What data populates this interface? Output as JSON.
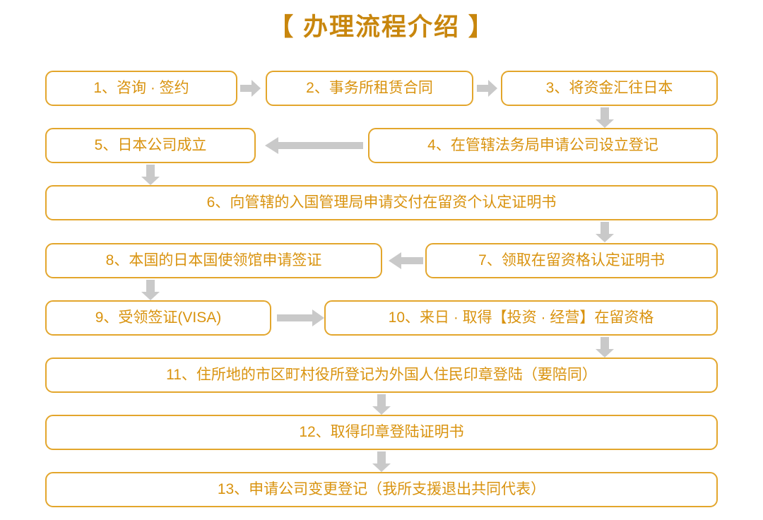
{
  "page": {
    "title": "【 办理流程介绍 】",
    "accent_color": "#d9930f",
    "border_color": "#e3a62c",
    "arrow_color": "#c9c9c9",
    "background_color": "#ffffff"
  },
  "chart_data": {
    "type": "diagram",
    "title": "【 办理流程介绍 】",
    "nodes": [
      {
        "id": 1,
        "label": "1、咨询 · 签约"
      },
      {
        "id": 2,
        "label": "2、事务所租赁合同"
      },
      {
        "id": 3,
        "label": "3、将资金汇往日本"
      },
      {
        "id": 4,
        "label": "4、在管辖法务局申请公司设立登记"
      },
      {
        "id": 5,
        "label": "5、日本公司成立"
      },
      {
        "id": 6,
        "label": "6、向管辖的入国管理局申请交付在留资个认定证明书"
      },
      {
        "id": 7,
        "label": "7、领取在留资格认定证明书"
      },
      {
        "id": 8,
        "label": "8、本国的日本国使领馆申请签证"
      },
      {
        "id": 9,
        "label": "9、受领签证(VISA)"
      },
      {
        "id": 10,
        "label": "10、来日 · 取得【投资 · 经营】在留资格"
      },
      {
        "id": 11,
        "label": "11、住所地的市区町村役所登记为外国人住民印章登陆（要陪同）"
      },
      {
        "id": 12,
        "label": "12、取得印章登陆证明书"
      },
      {
        "id": 13,
        "label": "13、申请公司变更登记（我所支援退出共同代表）"
      }
    ],
    "edges": [
      {
        "from": 1,
        "to": 2,
        "direction": "right"
      },
      {
        "from": 2,
        "to": 3,
        "direction": "right"
      },
      {
        "from": 3,
        "to": 4,
        "direction": "down"
      },
      {
        "from": 4,
        "to": 5,
        "direction": "left"
      },
      {
        "from": 5,
        "to": 6,
        "direction": "down"
      },
      {
        "from": 6,
        "to": 7,
        "direction": "down"
      },
      {
        "from": 7,
        "to": 8,
        "direction": "left"
      },
      {
        "from": 8,
        "to": 9,
        "direction": "down"
      },
      {
        "from": 9,
        "to": 10,
        "direction": "right"
      },
      {
        "from": 10,
        "to": 11,
        "direction": "down"
      },
      {
        "from": 11,
        "to": 12,
        "direction": "down"
      },
      {
        "from": 12,
        "to": 13,
        "direction": "down"
      }
    ]
  }
}
